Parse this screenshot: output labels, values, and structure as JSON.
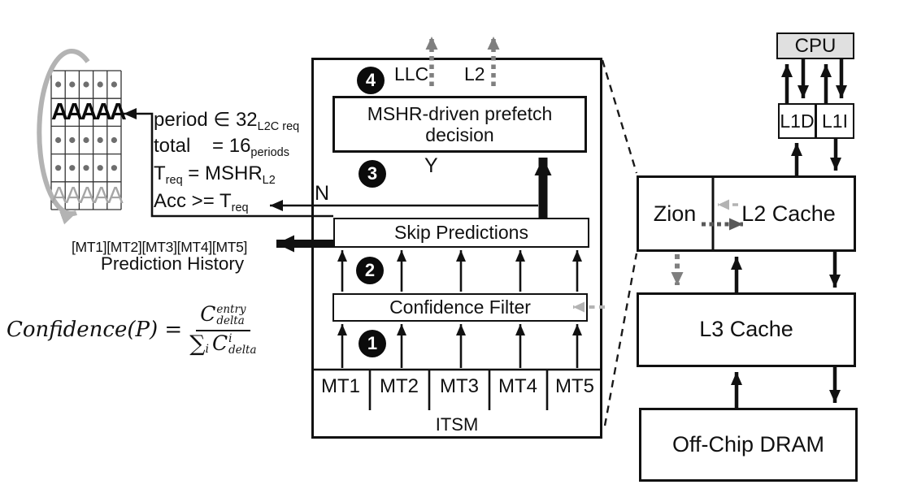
{
  "left": {
    "history_grid": {
      "black_row": "AAAAA",
      "gray_row": "AAAAA"
    },
    "rules": {
      "line1_main": "period ∈ 32",
      "line1_sub": "L2C req",
      "line2_main": "total    = 16",
      "line2_sub": "periods",
      "line3_t": "T",
      "line3_t_sub": "req",
      "line3_mid": " = MSHR",
      "line3_sub2": "L2",
      "line4_main": "Acc >= T",
      "line4_sub": "req"
    },
    "mt_history": "[MT1][MT2][MT3][MT4][MT5]",
    "history_label": "Prediction History",
    "formula": {
      "lhs": "Confidence(P) =",
      "num_base": "C",
      "num_sup": "entry",
      "num_sub": "delta",
      "den_sigma": "∑",
      "den_sigma_sub": "i",
      "den_base": "C",
      "den_sup": "i",
      "den_sub": "delta"
    }
  },
  "itsm": {
    "label": "ITSM",
    "steps": {
      "s1": "1",
      "s2": "2",
      "s3": "3",
      "s4": "4"
    },
    "mshr_box": "MSHR-driven prefetch decision",
    "skip_box": "Skip Predictions",
    "confidence_box": "Confidence Filter",
    "outputs": {
      "llc": "LLC",
      "l2": "L2"
    },
    "branch": {
      "yes": "Y",
      "no": "N"
    },
    "mt_inputs": [
      "MT1",
      "MT2",
      "MT3",
      "MT4",
      "MT5"
    ]
  },
  "hierarchy": {
    "cpu": "CPU",
    "l1d": "L1D",
    "l1i": "L1I",
    "zion": "Zion",
    "l2": "L2 Cache",
    "l3": "L3 Cache",
    "dram": "Off-Chip DRAM"
  },
  "colors": {
    "ink": "#111111",
    "arrow_gray": "#7f7f7f",
    "light_gray": "#b3b3b3",
    "dark_gray": "#595959",
    "cpu_fill": "#e0e0e0",
    "faded_text": "#a6a6a6"
  }
}
